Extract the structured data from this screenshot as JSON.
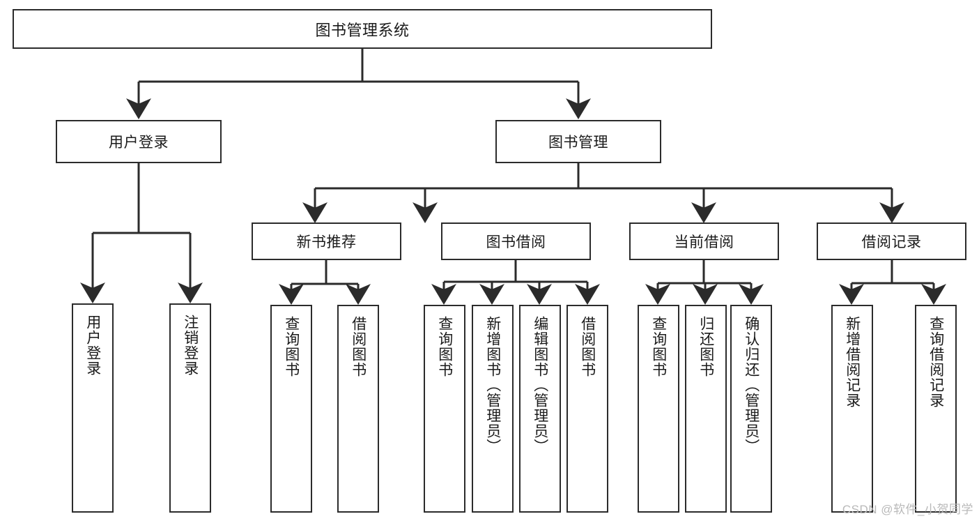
{
  "diagram": {
    "type": "tree",
    "title": "图书管理系统",
    "watermark": "CSDN @软件_小贺同学",
    "colors": {
      "stroke": "#2b2b2b",
      "fill": "#ffffff",
      "text": "#1a1a1a",
      "watermark": "#b9b9b9"
    },
    "nodes": {
      "root": {
        "label": "图书管理系统"
      },
      "level2": [
        {
          "id": "user-login",
          "label": "用户登录"
        },
        {
          "id": "book-manage",
          "label": "图书管理"
        }
      ],
      "level3": [
        {
          "id": "new-book-recommend",
          "label": "新书推荐"
        },
        {
          "id": "book-borrow",
          "label": "图书借阅"
        },
        {
          "id": "current-borrow",
          "label": "当前借阅"
        },
        {
          "id": "borrow-record",
          "label": "借阅记录"
        }
      ],
      "leaves": [
        {
          "id": "leaf-user-login",
          "label": "用户登录",
          "parent": "user-login"
        },
        {
          "id": "leaf-user-logout",
          "label": "注销登录",
          "parent": "user-login"
        },
        {
          "id": "leaf-query-book-1",
          "label": "查询图书",
          "parent": "new-book-recommend"
        },
        {
          "id": "leaf-borrow-book-1",
          "label": "借阅图书",
          "parent": "new-book-recommend"
        },
        {
          "id": "leaf-query-book-2",
          "label": "查询图书",
          "parent": "book-borrow"
        },
        {
          "id": "leaf-add-book",
          "label": "新增图书（管理员）",
          "parent": "book-borrow"
        },
        {
          "id": "leaf-edit-book",
          "label": "编辑图书（管理员）",
          "parent": "book-borrow"
        },
        {
          "id": "leaf-borrow-book-2",
          "label": "借阅图书",
          "parent": "book-borrow"
        },
        {
          "id": "leaf-query-book-3",
          "label": "查询图书",
          "parent": "current-borrow"
        },
        {
          "id": "leaf-return-book",
          "label": "归还图书",
          "parent": "current-borrow"
        },
        {
          "id": "leaf-confirm-return",
          "label": "确认归还（管理员）",
          "parent": "current-borrow"
        },
        {
          "id": "leaf-add-record",
          "label": "新增借阅记录",
          "parent": "borrow-record"
        },
        {
          "id": "leaf-query-record",
          "label": "查询借阅记录",
          "parent": "borrow-record"
        }
      ]
    }
  }
}
